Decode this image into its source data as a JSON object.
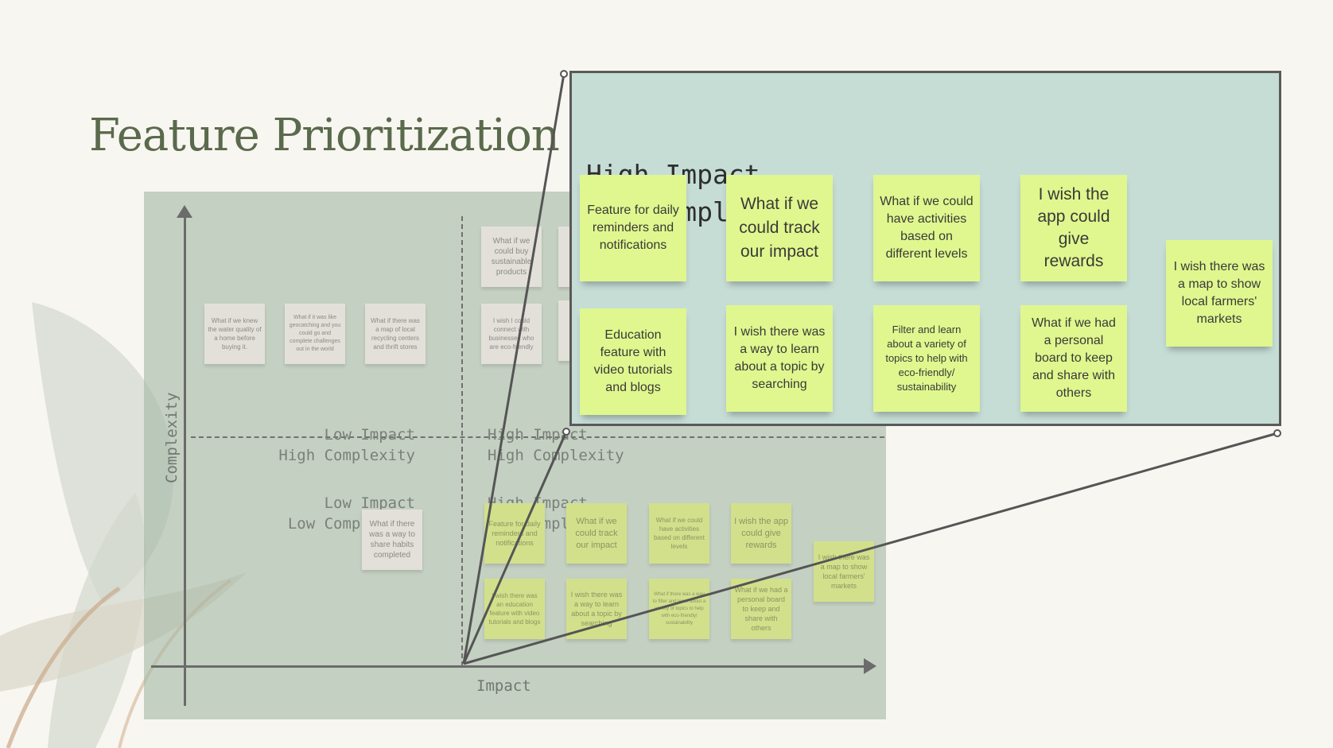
{
  "slide": {
    "title": "Feature Prioritization"
  },
  "axes": {
    "y_label": "Complexity",
    "x_label": "Impact"
  },
  "quadrants": {
    "top_left": [
      "Low Impact",
      "High Complexity"
    ],
    "top_right": [
      "High Impact",
      "High Complexity"
    ],
    "bottom_left": [
      "Low Impact",
      "Low Complexity"
    ],
    "bottom_right": [
      "High Impact",
      "Low Complexity"
    ]
  },
  "notes": {
    "top_left": [
      "What if we knew the water quality of a home before buying it.",
      "What if it was like geocatching and you could go and complete challenges out in the world",
      "What if there was a map of local recycling centers and thrift stores"
    ],
    "top_right": [
      "What if we could buy sustainable products",
      "I wish I could connect with businesses who are eco-friendly"
    ],
    "bottom_left": [
      "What if there was a way to share habits completed"
    ],
    "bottom_right": [
      "Feature for daily reminders and notifications",
      "What if we could track our impact",
      "What if we could have activities based on different levels",
      "I wish the app could give rewards",
      "I wish there was a map to show local farmers' markets",
      "I wish there was an education feature with video tutorials and blogs",
      "I wish there was a way to learn about a topic by searching",
      "What if there was a way to filter and learn about a variety of topics to help with eco-friendly/ sustainability",
      "What if we had a personal board to keep and share with others"
    ]
  },
  "zoom": {
    "title": [
      "High Impact",
      "Low Complexity"
    ],
    "notes": [
      "Feature for daily reminders and notifications",
      "What if we could track our impact",
      "What if we could have activities based on different levels",
      "I wish the app could give rewards",
      "I wish there was a map to show local farmers' markets",
      "Education feature with video tutorials and blogs",
      "I wish there was a way to learn about a topic by searching",
      "Filter and learn about a variety of topics to help with eco-friendly/ sustainability",
      "What if we had a personal board to keep and share with others"
    ]
  },
  "colors": {
    "board": "#a4b8a4",
    "zoom_background": "#c6ddd6",
    "sticky_green": "#dff78e",
    "sticky_gray": "#e3e0da",
    "title": "#5a6a4c"
  }
}
